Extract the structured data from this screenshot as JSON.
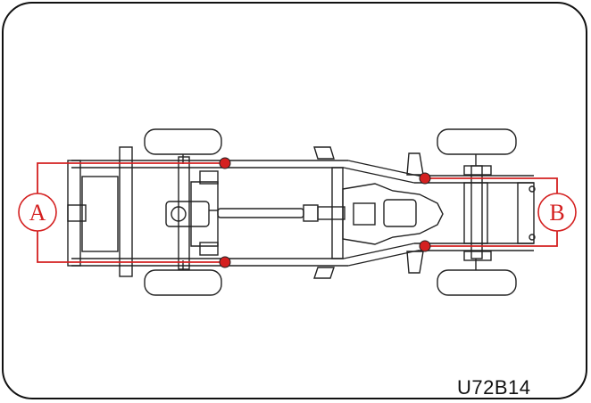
{
  "diagram": {
    "label_a": "A",
    "label_b": "B",
    "code": "U72B14",
    "colors": {
      "measure": "#d42020",
      "point_fill": "#d42020",
      "outline": "#222222",
      "frame": "#111111"
    },
    "icons": [
      "vehicle-chassis-frame",
      "measurement-point-marker"
    ]
  }
}
